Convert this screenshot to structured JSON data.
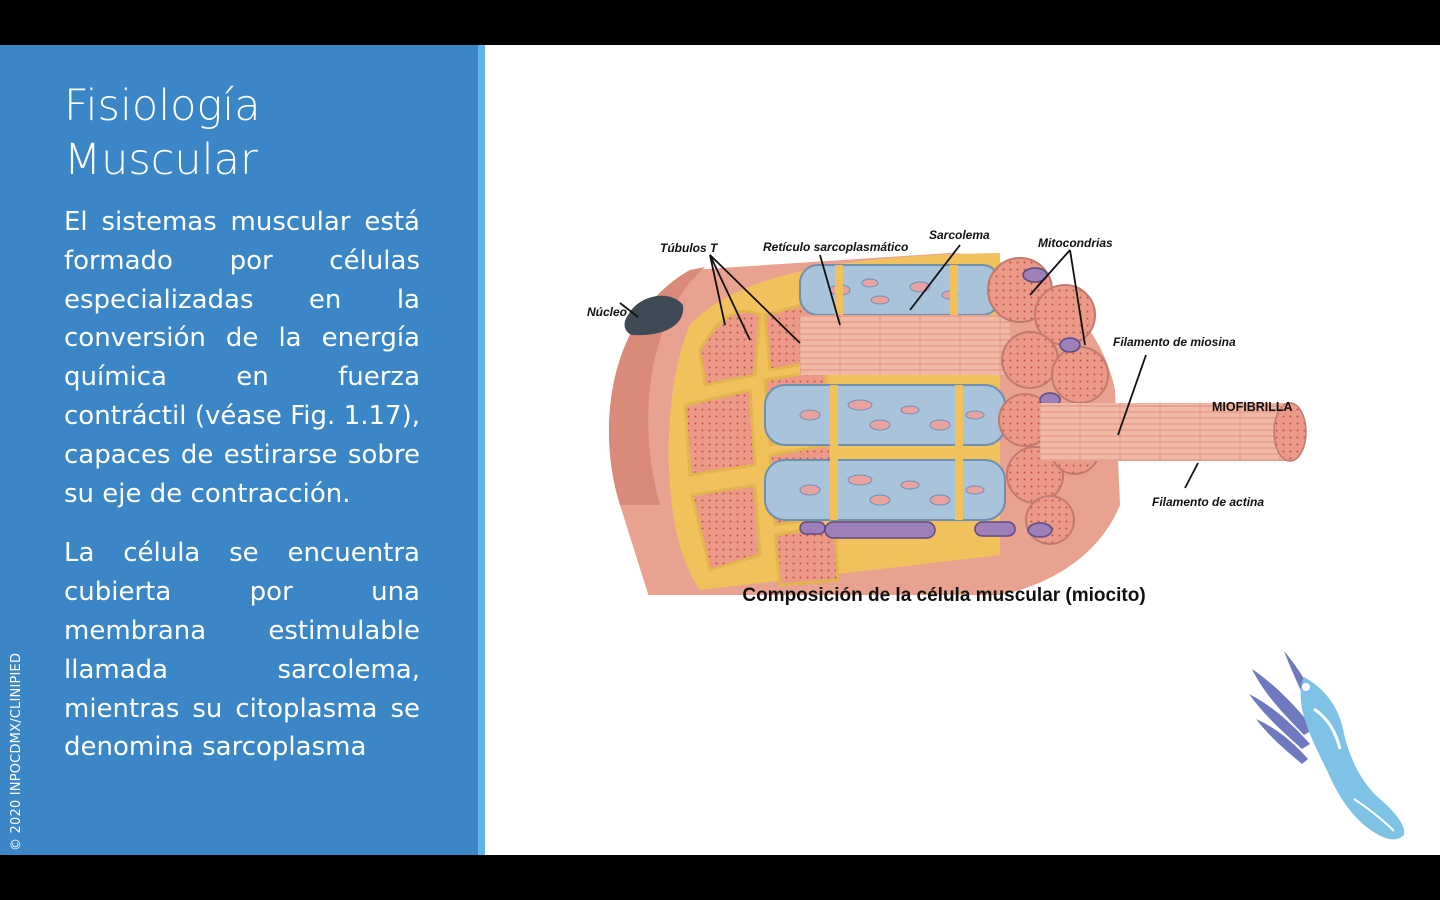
{
  "slide": {
    "title_lines": [
      "Fisiología",
      "Muscular"
    ],
    "paragraphs": [
      "El sistemas muscular está formado por células especializadas en la conversión de la energía química en fuerza contráctil (véase Fig. 1.17), capaces de estirarse sobre su eje de contracción.",
      "La célula se encuentra cubierta por una membrana estimulable llamada sarcolema, mientras su citoplasma se denomina sarcoplasma"
    ],
    "copyright": "© 2020 INPOCDMX/CLINIPIED"
  },
  "figure": {
    "labels": {
      "tubulos": "Túbulos T",
      "reticulo": "Retículo sarcoplasmático",
      "sarcolema": "Sarcolema",
      "mitocondrias": "Mitocondrias",
      "nucleo": "Núcleo",
      "miosina": "Filamento de miosina",
      "miofibrilla": "MIOFIBRILLA",
      "actina": "Filamento de actina"
    },
    "caption": "Composición de la célula muscular (miocito)"
  },
  "colors": {
    "panel_blue": "#3b86c6",
    "stripe_blue": "#5fb3e6",
    "muscle_pink": "#e9a290",
    "reticulum_blue": "#a9c3da",
    "t_tubule_yellow": "#f3d27a",
    "mitochondria_purple": "#9d7fb9"
  }
}
